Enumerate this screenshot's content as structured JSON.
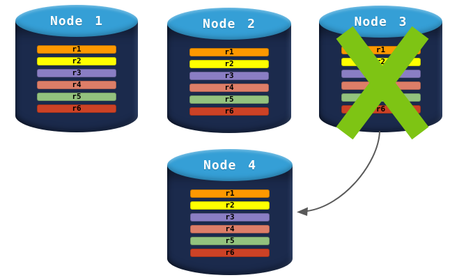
{
  "diagram": {
    "description": "Database replication diagram: four nodes each storing replicas r1-r6; Node 3 has failed (green X) and its data is transferred to Node 4 (gray curved arrow)."
  },
  "colors": {
    "background": "#ffffff",
    "cylinder_body": "#1B2A4C",
    "cylinder_top": "#359FD6",
    "failure_x": "#7EC414",
    "arrow": "#595959",
    "r1": "#FD9800",
    "r2": "#FFFF00",
    "r3": "#8A7EC4",
    "r4": "#DD7E68",
    "r5": "#93C27E",
    "r6": "#CC4226"
  },
  "nodes": [
    {
      "label": "Node 1",
      "failed": false,
      "replicas": [
        "r1",
        "r2",
        "r3",
        "r4",
        "r5",
        "r6"
      ]
    },
    {
      "label": "Node 2",
      "failed": false,
      "replicas": [
        "r1",
        "r2",
        "r3",
        "r4",
        "r5",
        "r6"
      ]
    },
    {
      "label": "Node 3",
      "failed": true,
      "replicas": [
        "r1",
        "r2",
        "r3",
        "r4",
        "r5",
        "r6"
      ]
    },
    {
      "label": "Node 4",
      "failed": false,
      "replicas": [
        "r1",
        "r2",
        "r3",
        "r4",
        "r5",
        "r6"
      ]
    }
  ],
  "arrow": {
    "from": "Node 3",
    "to": "Node 4"
  }
}
